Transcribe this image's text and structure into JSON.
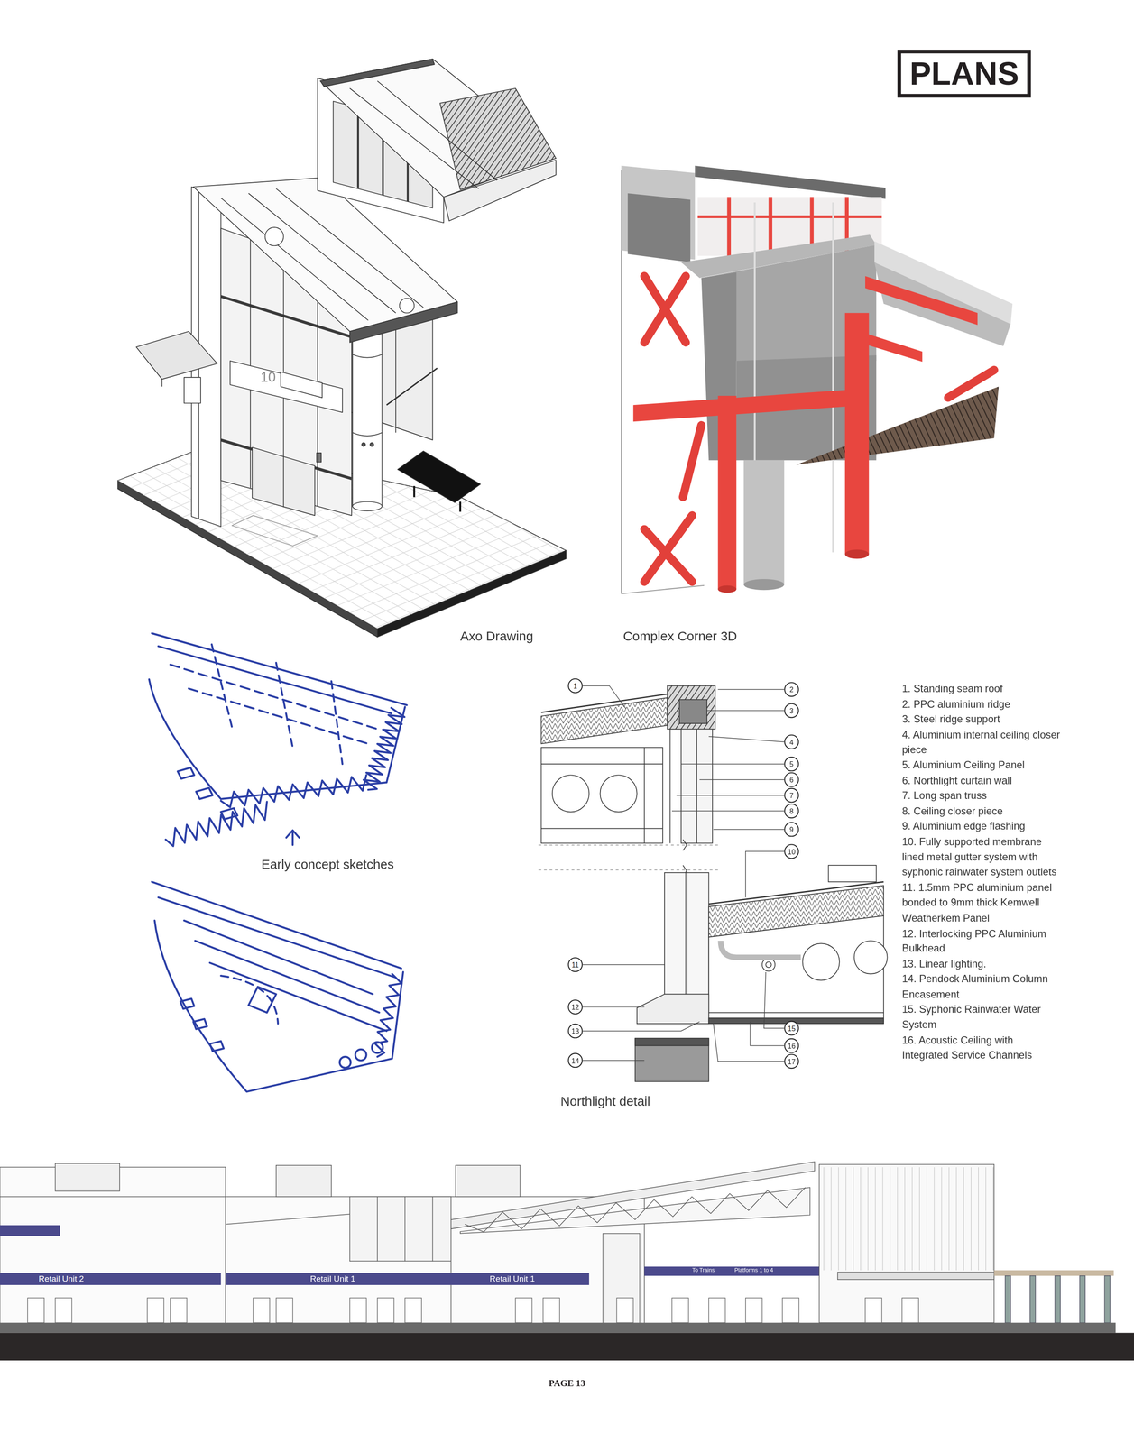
{
  "diagram": {
    "nodes": [
      {
        "text": [
          "PLANS"
        ]
      },
      {
        "text": [
          "1"
        ]
      },
      {
        "text": [
          "2"
        ]
      },
      {
        "text": [
          "3"
        ]
      },
      {
        "text": [
          "4"
        ]
      },
      {
        "text": [
          "5"
        ]
      },
      {
        "text": [
          "6"
        ]
      },
      {
        "text": [
          "7"
        ]
      },
      {
        "text": [
          "8"
        ]
      },
      {
        "text": [
          "9"
        ]
      },
      {
        "text": [
          "10"
        ]
      },
      {
        "text": [
          "11"
        ]
      },
      {
        "text": [
          "12"
        ]
      },
      {
        "text": [
          "13"
        ]
      },
      {
        "text": [
          "14"
        ]
      },
      {
        "text": [
          "15"
        ]
      },
      {
        "text": [
          "16"
        ]
      },
      {
        "text": [
          "17"
        ]
      }
    ],
    "labels": [
      "10",
      "Axo Drawing",
      "Complex Corner 3D",
      "Early concept sketches",
      "1. Standing seam roof",
      "2. PPC aluminium ridge",
      "3. Steel ridge support",
      "4. Aluminium internal ceiling closer piece",
      "5. Aluminium Ceiling Panel",
      "6. Northlight curtain wall",
      "7. Long span truss",
      "8. Ceiling closer piece",
      "9. Aluminium edge flashing",
      "10. Fully supported membrane lined metal gutter system with syphonic rainwater system outlets",
      "11. 1.5mm PPC aluminium panel bonded to 9mm thick Kemwell Weatherkem Panel",
      "12. Interlocking PPC Aluminium Bulkhead",
      "13. Linear lighting.",
      "14. Pendock Aluminium Column Encasement",
      "15. Syphonic Rainwater Water System",
      "16. Acoustic Ceiling with Integrated Service Channels",
      "Northlight detail",
      "Retail Unit 2",
      "Retail Unit 1",
      "Retail Unit 1",
      "To Trains",
      "Platforms 1 to 4",
      "PAGE 13"
    ]
  }
}
